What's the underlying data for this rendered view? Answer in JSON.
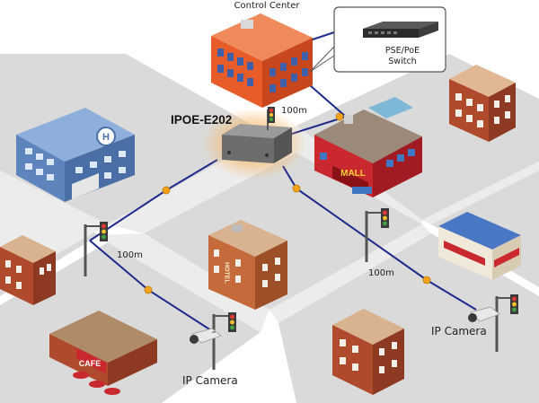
{
  "labels": {
    "control_center": "Control Center",
    "switch_line1": "PSE/PoE",
    "switch_line2": "Switch",
    "device": "IPOE-E202",
    "dist_top": "100m",
    "dist_left": "100m",
    "dist_right": "100m",
    "camera_left": "IP Camera",
    "camera_right": "IP Camera",
    "sign_mall": "MALL",
    "sign_hotel": "HOTEL",
    "sign_cafe": "CAFE"
  },
  "colors": {
    "cable": "#1f2a8a",
    "connector": "#f2a21b",
    "road": "#e8e8e8",
    "sidewalk": "#d4d4d4",
    "control_center": "#e85c2a",
    "office": "#6f93c8",
    "mall": "#c8282e",
    "brick": "#b04a2c",
    "device_glow": "#f6b96b"
  },
  "icons": {
    "switch": "network-switch-icon",
    "camera": "ip-camera-icon",
    "traffic_light": "traffic-light-icon",
    "helipad": "helipad-icon"
  }
}
